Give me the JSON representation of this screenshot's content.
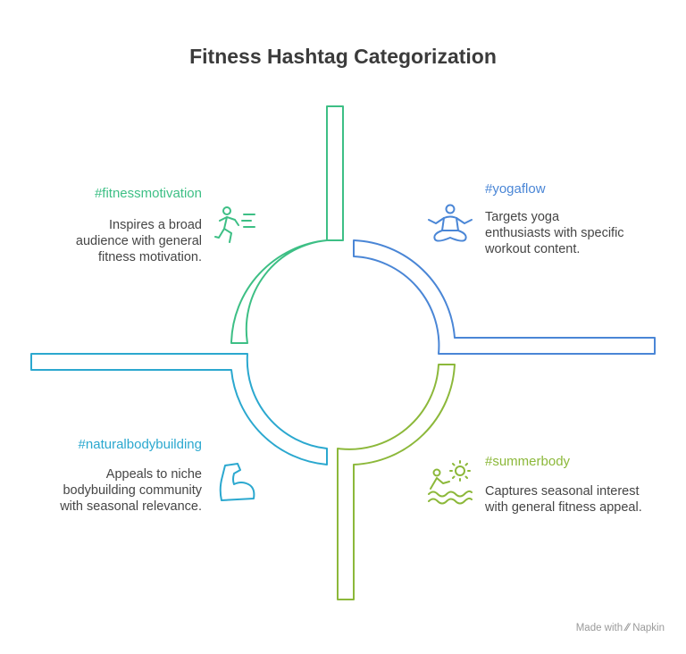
{
  "title": "Fitness Hashtag Categorization",
  "quadrants": {
    "fitness": {
      "tag": "#fitnessmotivation",
      "description": "Inspires a broad audience with general fitness motivation.",
      "color": "#3dbf85",
      "icon": "running-person-icon"
    },
    "yoga": {
      "tag": "#yogaflow",
      "description": "Targets yoga enthusiasts with specific workout content.",
      "color": "#4a86d6",
      "icon": "meditation-person-icon"
    },
    "bodybuilding": {
      "tag": "#naturalbodybuilding",
      "description": "Appeals to niche bodybuilding community with seasonal relevance.",
      "color": "#2ba8cf",
      "icon": "flexed-biceps-icon"
    },
    "summer": {
      "tag": "#summerbody",
      "description": "Captures seasonal interest with general fitness appeal.",
      "color": "#8cb83a",
      "icon": "sun-beach-icon"
    }
  },
  "footer": {
    "made_with": "Made with",
    "brand": "Napkin"
  }
}
